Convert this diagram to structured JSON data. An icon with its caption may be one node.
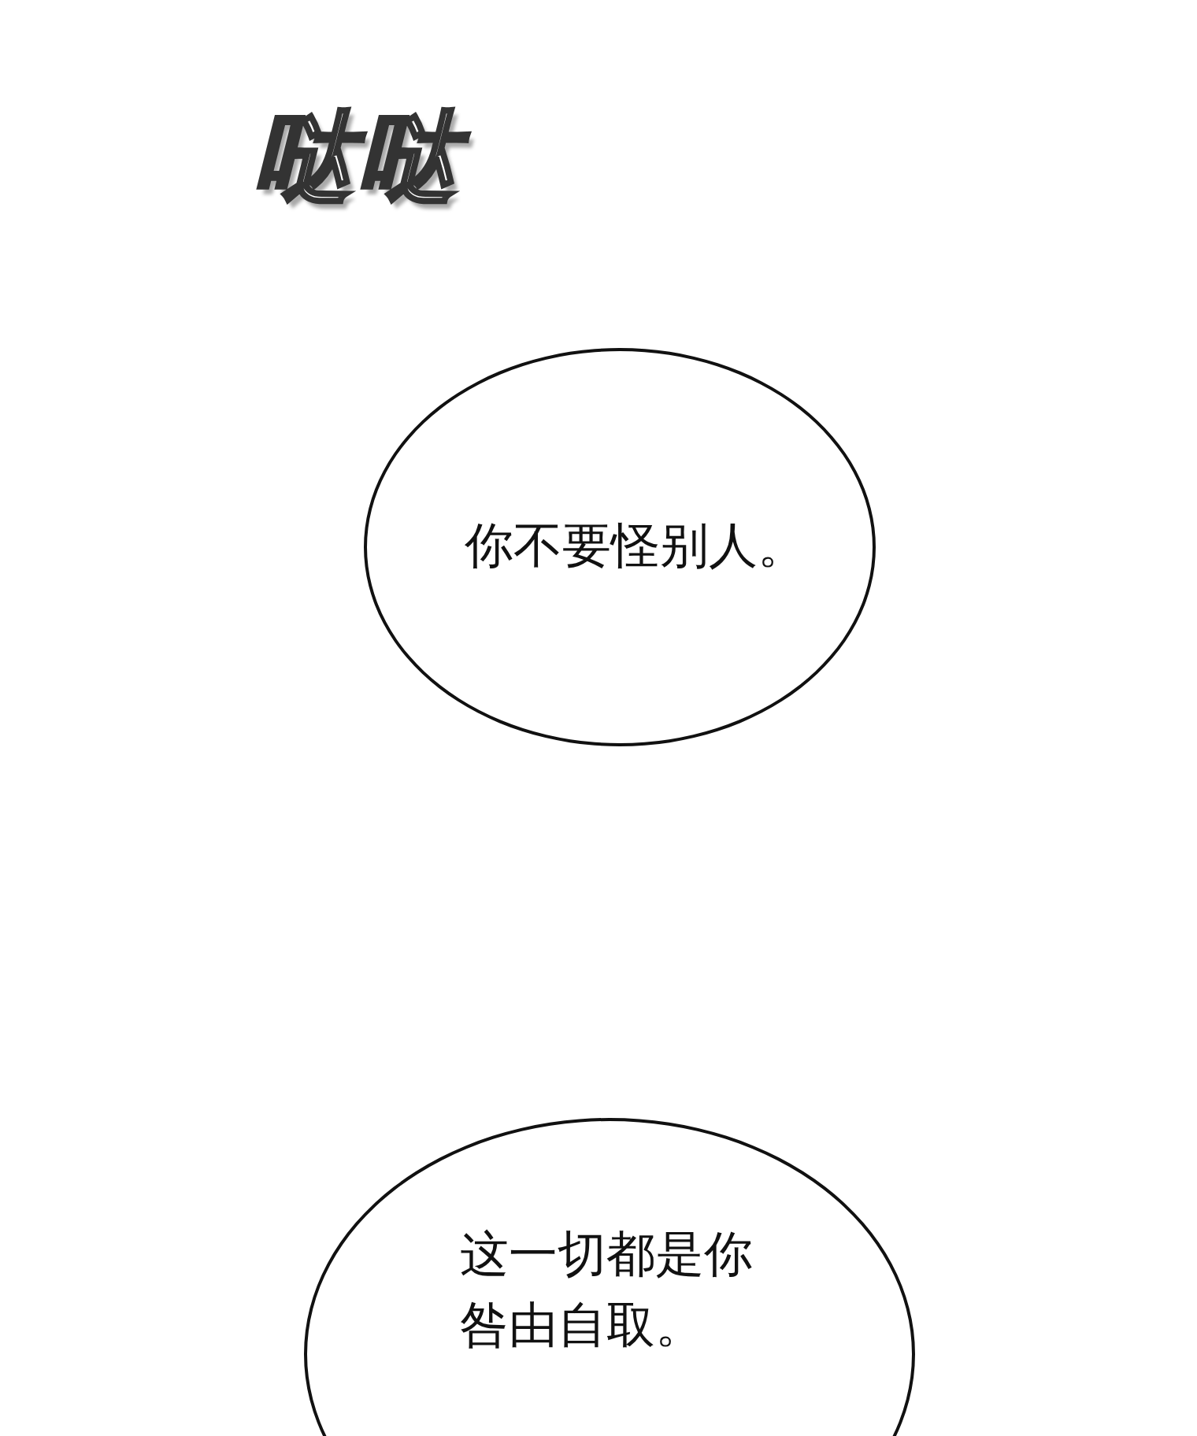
{
  "diagram": {
    "nodes": [
      {
        "text": [
          "你不要怪别人。"
        ]
      },
      {
        "text": [
          "这一切都是你咎由自取。"
        ]
      }
    ],
    "labels": [
      "哒哒"
    ]
  }
}
